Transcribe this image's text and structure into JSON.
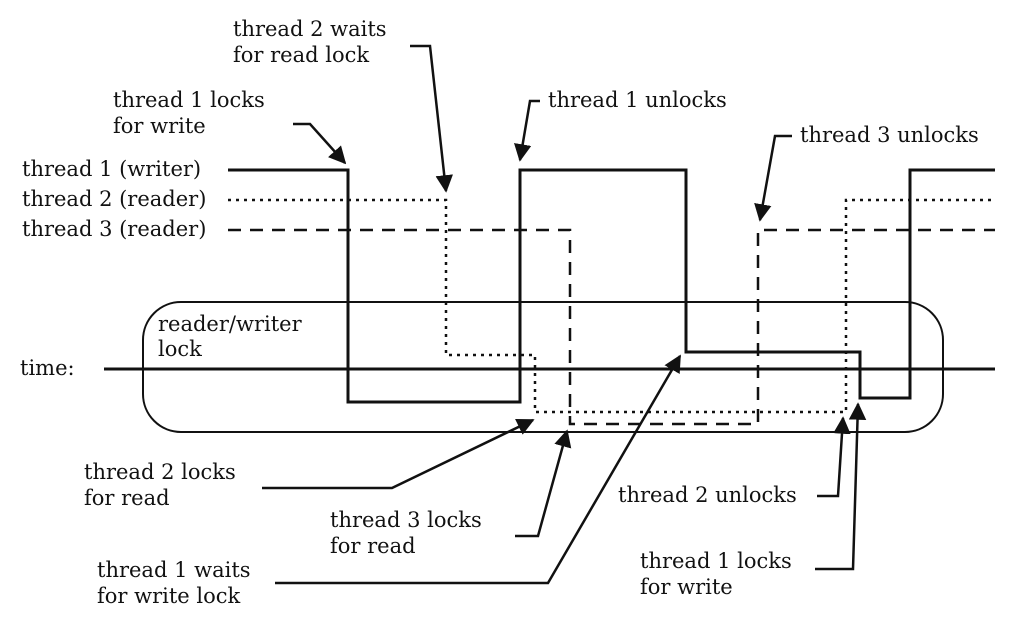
{
  "signals": {
    "thread1": "thread 1 (writer)",
    "thread2": "thread 2 (reader)",
    "thread3": "thread 3 (reader)"
  },
  "lock": {
    "label_line1": "reader/writer",
    "label_line2": "lock"
  },
  "time_label": "time:",
  "annotations": {
    "t2_waits": {
      "line1": "thread 2 waits",
      "line2": "for read lock"
    },
    "t1_locks_top": {
      "line1": "thread 1 locks",
      "line2": "for write"
    },
    "t1_unlocks": "thread 1 unlocks",
    "t3_unlocks": "thread 3 unlocks",
    "t2_locks": {
      "line1": "thread 2 locks",
      "line2": "for read"
    },
    "t3_locks": {
      "line1": "thread 3 locks",
      "line2": "for read"
    },
    "t1_waits": {
      "line1": "thread 1 waits",
      "line2": "for write lock"
    },
    "t2_unlocks": "thread 2 unlocks",
    "t1_locks_bottom": {
      "line1": "thread 1 locks",
      "line2": "for write"
    }
  }
}
